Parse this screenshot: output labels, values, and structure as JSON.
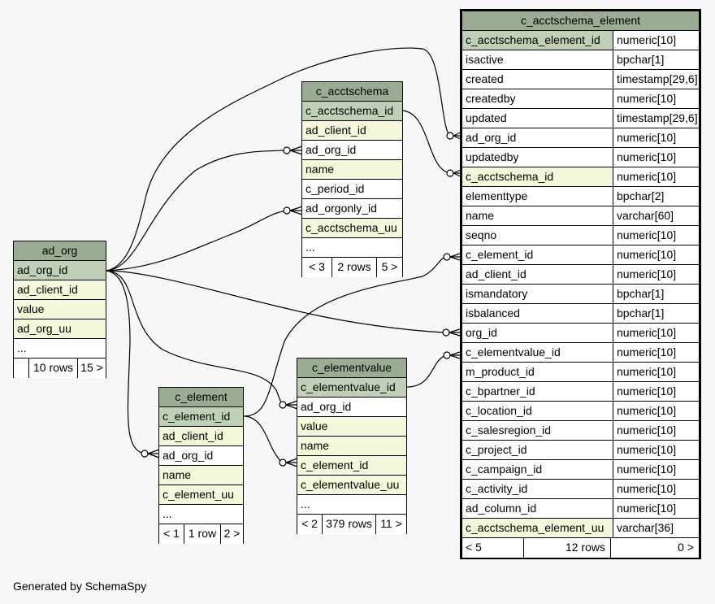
{
  "footer_text": "Generated by SchemaSpy",
  "tables": {
    "ad_org": {
      "title": "ad_org",
      "rows": [
        {
          "name": "ad_org_id",
          "kind": "pk"
        },
        {
          "name": "ad_client_id",
          "kind": "fk"
        },
        {
          "name": "value",
          "kind": "fk"
        },
        {
          "name": "ad_org_uu",
          "kind": "fk"
        },
        {
          "name": "...",
          "kind": "plain"
        }
      ],
      "footer": [
        "",
        "10 rows",
        "15 >"
      ]
    },
    "c_acctschema": {
      "title": "c_acctschema",
      "rows": [
        {
          "name": "c_acctschema_id",
          "kind": "pk"
        },
        {
          "name": "ad_client_id",
          "kind": "fk"
        },
        {
          "name": "ad_org_id",
          "kind": "plain"
        },
        {
          "name": "name",
          "kind": "fk"
        },
        {
          "name": "c_period_id",
          "kind": "plain"
        },
        {
          "name": "ad_orgonly_id",
          "kind": "plain"
        },
        {
          "name": "c_acctschema_uu",
          "kind": "fk"
        },
        {
          "name": "...",
          "kind": "plain"
        }
      ],
      "footer": [
        "< 3",
        "2 rows",
        "5 >"
      ]
    },
    "c_element": {
      "title": "c_element",
      "rows": [
        {
          "name": "c_element_id",
          "kind": "pk"
        },
        {
          "name": "ad_client_id",
          "kind": "fk"
        },
        {
          "name": "ad_org_id",
          "kind": "plain"
        },
        {
          "name": "name",
          "kind": "fk"
        },
        {
          "name": "c_element_uu",
          "kind": "fk"
        },
        {
          "name": "...",
          "kind": "plain"
        }
      ],
      "footer": [
        "< 1",
        "1 row",
        "2 >"
      ]
    },
    "c_elementvalue": {
      "title": "c_elementvalue",
      "rows": [
        {
          "name": "c_elementvalue_id",
          "kind": "pk"
        },
        {
          "name": "ad_org_id",
          "kind": "plain"
        },
        {
          "name": "value",
          "kind": "fk"
        },
        {
          "name": "name",
          "kind": "fk"
        },
        {
          "name": "c_element_id",
          "kind": "fk"
        },
        {
          "name": "c_elementvalue_uu",
          "kind": "fk"
        },
        {
          "name": "...",
          "kind": "plain"
        }
      ],
      "footer": [
        "< 2",
        "379 rows",
        "11 >"
      ]
    },
    "c_acctschema_element": {
      "title": "c_acctschema_element",
      "rows": [
        {
          "name": "c_acctschema_element_id",
          "type": "numeric[10]",
          "kind": "pk"
        },
        {
          "name": "isactive",
          "type": "bpchar[1]",
          "kind": "plain"
        },
        {
          "name": "created",
          "type": "timestamp[29,6]",
          "kind": "plain"
        },
        {
          "name": "createdby",
          "type": "numeric[10]",
          "kind": "plain"
        },
        {
          "name": "updated",
          "type": "timestamp[29,6]",
          "kind": "plain"
        },
        {
          "name": "ad_org_id",
          "type": "numeric[10]",
          "kind": "plain"
        },
        {
          "name": "updatedby",
          "type": "numeric[10]",
          "kind": "plain"
        },
        {
          "name": "c_acctschema_id",
          "type": "numeric[10]",
          "kind": "fk"
        },
        {
          "name": "elementtype",
          "type": "bpchar[2]",
          "kind": "plain"
        },
        {
          "name": "name",
          "type": "varchar[60]",
          "kind": "plain"
        },
        {
          "name": "seqno",
          "type": "numeric[10]",
          "kind": "plain"
        },
        {
          "name": "c_element_id",
          "type": "numeric[10]",
          "kind": "plain"
        },
        {
          "name": "ad_client_id",
          "type": "numeric[10]",
          "kind": "plain"
        },
        {
          "name": "ismandatory",
          "type": "bpchar[1]",
          "kind": "plain"
        },
        {
          "name": "isbalanced",
          "type": "bpchar[1]",
          "kind": "plain"
        },
        {
          "name": "org_id",
          "type": "numeric[10]",
          "kind": "plain"
        },
        {
          "name": "c_elementvalue_id",
          "type": "numeric[10]",
          "kind": "plain"
        },
        {
          "name": "m_product_id",
          "type": "numeric[10]",
          "kind": "plain"
        },
        {
          "name": "c_bpartner_id",
          "type": "numeric[10]",
          "kind": "plain"
        },
        {
          "name": "c_location_id",
          "type": "numeric[10]",
          "kind": "plain"
        },
        {
          "name": "c_salesregion_id",
          "type": "numeric[10]",
          "kind": "plain"
        },
        {
          "name": "c_project_id",
          "type": "numeric[10]",
          "kind": "plain"
        },
        {
          "name": "c_campaign_id",
          "type": "numeric[10]",
          "kind": "plain"
        },
        {
          "name": "c_activity_id",
          "type": "numeric[10]",
          "kind": "plain"
        },
        {
          "name": "ad_column_id",
          "type": "numeric[10]",
          "kind": "plain"
        },
        {
          "name": "c_acctschema_element_uu",
          "type": "varchar[36]",
          "kind": "fk"
        }
      ],
      "footer": [
        "< 5",
        "12 rows",
        "0 >"
      ]
    }
  },
  "relationships": [
    {
      "from": "ad_org.ad_org_id",
      "to": "c_acctschema_element.ad_org_id"
    },
    {
      "from": "ad_org.ad_org_id",
      "to": "c_acctschema.ad_org_id"
    },
    {
      "from": "ad_org.ad_org_id",
      "to": "c_acctschema.ad_orgonly_id"
    },
    {
      "from": "ad_org.ad_org_id",
      "to": "c_acctschema_element.org_id"
    },
    {
      "from": "ad_org.ad_org_id",
      "to": "c_elementvalue.ad_org_id"
    },
    {
      "from": "ad_org.ad_org_id",
      "to": "c_element.ad_org_id"
    },
    {
      "from": "c_acctschema.c_acctschema_id",
      "to": "c_acctschema_element.c_acctschema_id"
    },
    {
      "from": "c_element.c_element_id",
      "to": "c_acctschema_element.c_element_id"
    },
    {
      "from": "c_element.c_element_id",
      "to": "c_elementvalue.c_element_id"
    },
    {
      "from": "c_elementvalue.c_elementvalue_id",
      "to": "c_acctschema_element.c_elementvalue_id"
    }
  ],
  "colors": {
    "header": "#9aac92",
    "primary_key": "#bfd0b7",
    "foreign_key": "#f4f7da",
    "plain": "#ffffff",
    "background": "#f7f7f7"
  }
}
